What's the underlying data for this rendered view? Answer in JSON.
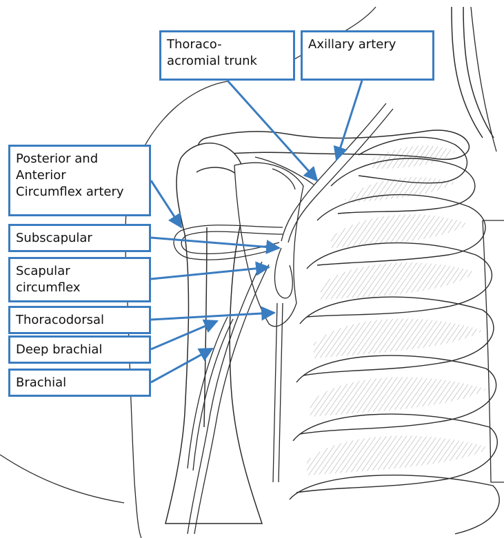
{
  "labels": {
    "thoraco_acromial_trunk": "Thoraco-\nacromial trunk",
    "axillary_artery": "Axillary artery",
    "posterior_anterior_circumflex": "Posterior and\nAnterior\nCircumflex artery",
    "subscapular": "Subscapular",
    "scapular_circumflex": "Scapular\ncircumflex",
    "thoracodorsal": "Thoracodorsal",
    "deep_brachial": "Deep brachial",
    "brachial": "Brachial"
  },
  "colors": {
    "label_border": "#3a7cc0",
    "arrow": "#3a7cc0",
    "line_art": "#2a2a2a"
  }
}
